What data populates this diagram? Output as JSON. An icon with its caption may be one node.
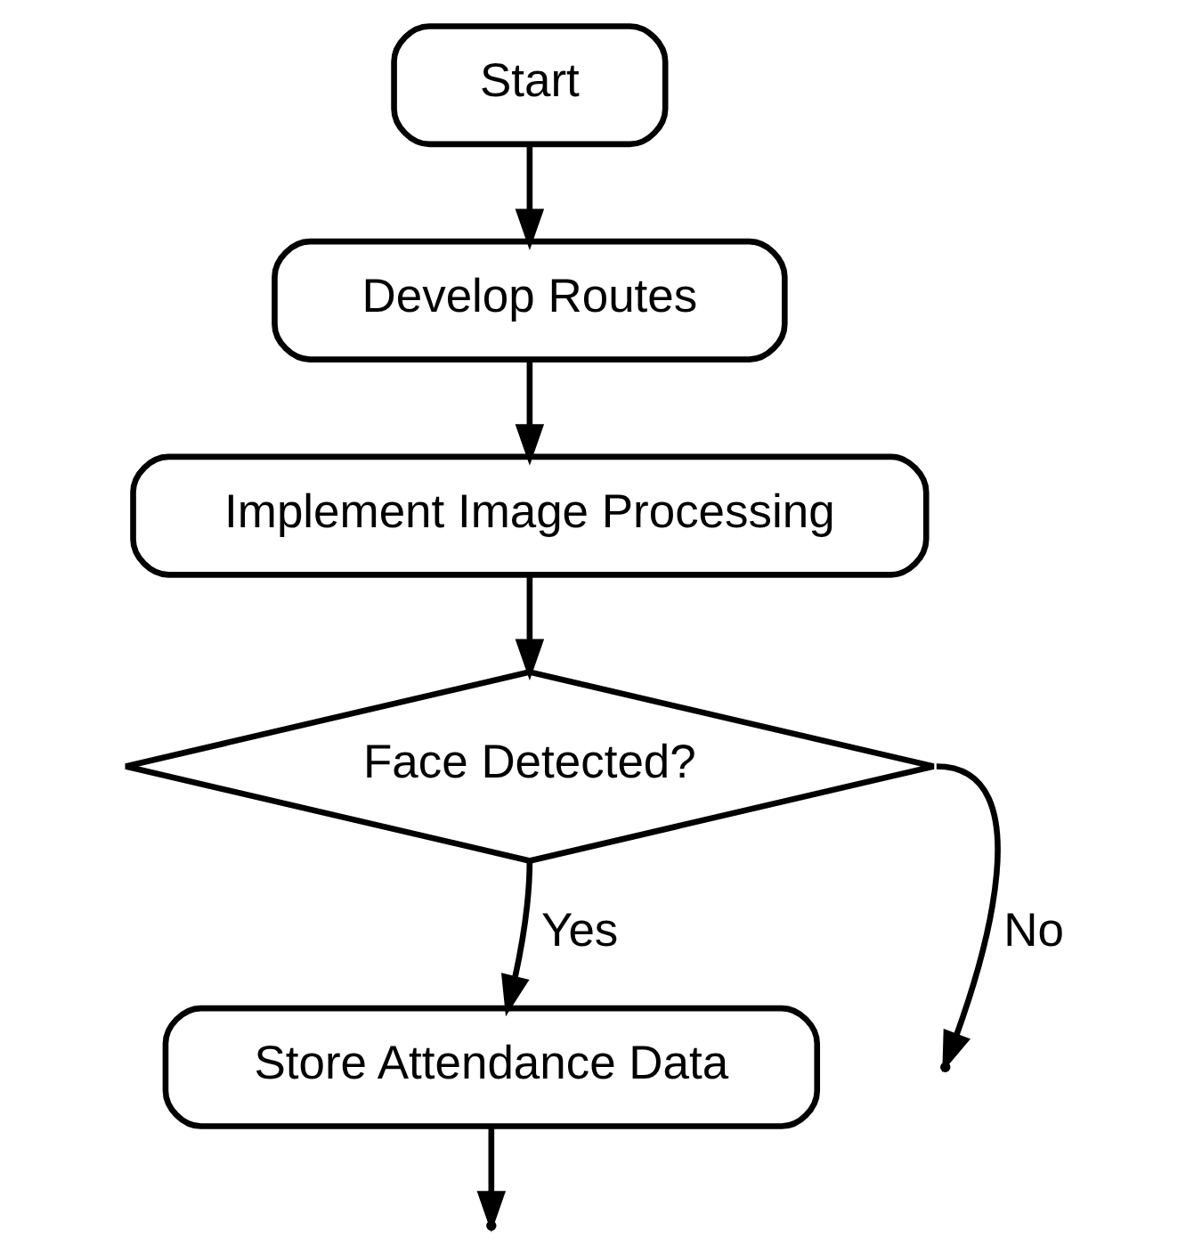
{
  "diagram": {
    "nodes": [
      {
        "text": [
          "Start"
        ]
      },
      {
        "text": [
          "Develop Routes"
        ]
      },
      {
        "text": [
          "Implement Image Processing"
        ]
      },
      {
        "text": [
          "Face Detected?"
        ]
      },
      {
        "text": [
          "Store Attendance Data"
        ]
      }
    ],
    "edges": [
      {
        "from": 0,
        "to": 1,
        "arrow": "to"
      },
      {
        "from": 1,
        "to": 2,
        "arrow": "to"
      },
      {
        "from": 2,
        "to": 3,
        "arrow": "to"
      },
      {
        "from": 3,
        "to": 4,
        "label": "Yes",
        "arrow": "to"
      },
      {
        "from": 3,
        "to": null,
        "label": "No",
        "arrow": "to"
      },
      {
        "from": 4,
        "to": null,
        "arrow": "to"
      }
    ]
  }
}
